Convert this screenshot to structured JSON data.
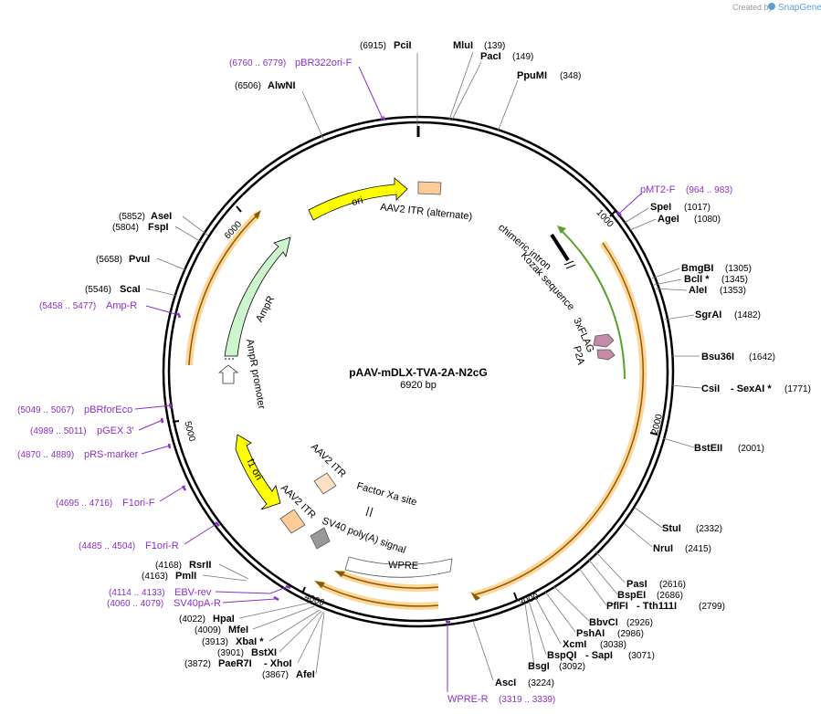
{
  "credit": {
    "prefix": "Created by",
    "brand": "SnapGene"
  },
  "plasmid": {
    "name": "pAAV-mDLX-TVA-2A-N2cG",
    "size": "6920 bp"
  },
  "ticks": [
    "1000",
    "2000",
    "3000",
    "4000",
    "5000",
    "6000"
  ],
  "enzymes": [
    {
      "id": "pcii",
      "pos": "(6915)",
      "name": "PciI"
    },
    {
      "id": "mlui",
      "name": "MluI",
      "pos": "(139)"
    },
    {
      "id": "paci",
      "name": "PacI",
      "pos": "(149)"
    },
    {
      "id": "ppumi",
      "name": "PpuMI",
      "pos": "(348)"
    },
    {
      "id": "alwni",
      "pos": "(6506)",
      "name": "AlwNI"
    },
    {
      "id": "spei",
      "name": "SpeI",
      "pos": "(1017)"
    },
    {
      "id": "agei",
      "name": "AgeI",
      "pos": "(1080)"
    },
    {
      "id": "bmgbi",
      "name": "BmgBI",
      "pos": "(1305)"
    },
    {
      "id": "bcli",
      "name": "BclI *",
      "pos": "(1345)"
    },
    {
      "id": "alei",
      "name": "AleI",
      "pos": "(1353)"
    },
    {
      "id": "sgrai",
      "name": "SgrAI",
      "pos": "(1482)"
    },
    {
      "id": "bsu36i",
      "name": "Bsu36I",
      "pos": "(1642)"
    },
    {
      "id": "csii",
      "name": "CsiI",
      "mid": "- SexAI *",
      "pos": "(1771)"
    },
    {
      "id": "bsteii",
      "name": "BstEII",
      "pos": "(2001)"
    },
    {
      "id": "stui",
      "name": "StuI",
      "pos": "(2332)"
    },
    {
      "id": "drui",
      "name": "NruI",
      "pos": "(2415)"
    },
    {
      "id": "pasi",
      "name": "PasI",
      "pos": "(2616)"
    },
    {
      "id": "bspei",
      "name": "BspEI",
      "pos": "(2686)"
    },
    {
      "id": "pflfi",
      "name": "PflFI",
      "mid": "- Tth111I",
      "pos": "(2799)"
    },
    {
      "id": "bbvci",
      "name": "BbvCI",
      "pos": "(2926)"
    },
    {
      "id": "pshai",
      "name": "PshAI",
      "pos": "(2986)"
    },
    {
      "id": "xcmi",
      "name": "XcmI",
      "pos": "(3038)"
    },
    {
      "id": "bspqi",
      "name": "BspQI",
      "mid": "- SapI",
      "pos": "(3071)"
    },
    {
      "id": "bsgi",
      "name": "BsgI",
      "pos": "(3092)"
    },
    {
      "id": "asci",
      "name": "AscI",
      "pos": "(3224)"
    },
    {
      "id": "asei",
      "pos": "(5852)",
      "name": "AseI"
    },
    {
      "id": "fspi",
      "pos": "(5804)",
      "name": "FspI"
    },
    {
      "id": "pvui",
      "pos": "(5658)",
      "name": "PvuI"
    },
    {
      "id": "scai",
      "pos": "(5546)",
      "name": "ScaI"
    },
    {
      "id": "rsrii",
      "pos": "(4168)",
      "name": "RsrII"
    },
    {
      "id": "pmli",
      "pos": "(4163)",
      "name": "PmlI"
    },
    {
      "id": "hpai",
      "pos": "(4022)",
      "name": "HpaI"
    },
    {
      "id": "mfei",
      "pos": "(4009)",
      "name": "MfeI"
    },
    {
      "id": "xbai",
      "pos": "(3913)",
      "name": "XbaI *"
    },
    {
      "id": "bstxi",
      "pos": "(3901)",
      "name": "BstXI"
    },
    {
      "id": "paer7i",
      "pos": "(3872)",
      "name": "PaeR7I",
      "mid": "- XhoI"
    },
    {
      "id": "afei",
      "pos": "(3867)",
      "name": "AfeI"
    }
  ],
  "primers": [
    {
      "id": "pbr322ori",
      "pos": "(6760 .. 6779)",
      "name": "pBR322ori-F"
    },
    {
      "id": "pmt2",
      "name": "pMT2-F",
      "pos": "(964 .. 983)"
    },
    {
      "id": "ampr",
      "pos": "(5458 .. 5477)",
      "name": "Amp-R"
    },
    {
      "id": "pbrforeco",
      "pos": "(5049 .. 5067)",
      "name": "pBRforEco"
    },
    {
      "id": "pgex3",
      "pos": "(4989 .. 5011)",
      "name": "pGEX 3'"
    },
    {
      "id": "prsmarker",
      "pos": "(4870 .. 4889)",
      "name": "pRS-marker"
    },
    {
      "id": "f1orif",
      "pos": "(4695 .. 4716)",
      "name": "F1ori-F"
    },
    {
      "id": "f1orir",
      "pos": "(4485 .. 4504)",
      "name": "F1ori-R"
    },
    {
      "id": "ebvrev",
      "pos": "(4114 .. 4133)",
      "name": "EBV-rev"
    },
    {
      "id": "sv40pa",
      "pos": "(4060 .. 4079)",
      "name": "SV40pA-R"
    },
    {
      "id": "wprer",
      "name": "WPRE-R",
      "pos": "(3319 .. 3339)"
    }
  ],
  "features": {
    "ori": "ori",
    "itr_alt": "AAV2 ITR (alternate)",
    "chimeric_intron": "chimeric intron",
    "kozak": "Kozak sequence",
    "flag": "3xFLAG",
    "p2a": "P2A",
    "ampr": "AmpR",
    "ampr_promoter": "AmpR promoter",
    "f1ori": "f1 ori",
    "itr1": "AAV2 ITR",
    "itr2": "AAV2 ITR",
    "factor_xa": "Factor Xa site",
    "sv40": "SV40 poly(A) signal",
    "wpre": "WPRE"
  },
  "colors": {
    "ori": "#ffff00",
    "ampr": "#ccf5cc",
    "itr": "#ffcc99",
    "gene_highlight": "#ffd699",
    "gene_line": "#8b5a00",
    "green_line": "#5aa02c",
    "primer": "#8b2fc9",
    "flag": "#c58aa8",
    "sv40": "#999999"
  }
}
